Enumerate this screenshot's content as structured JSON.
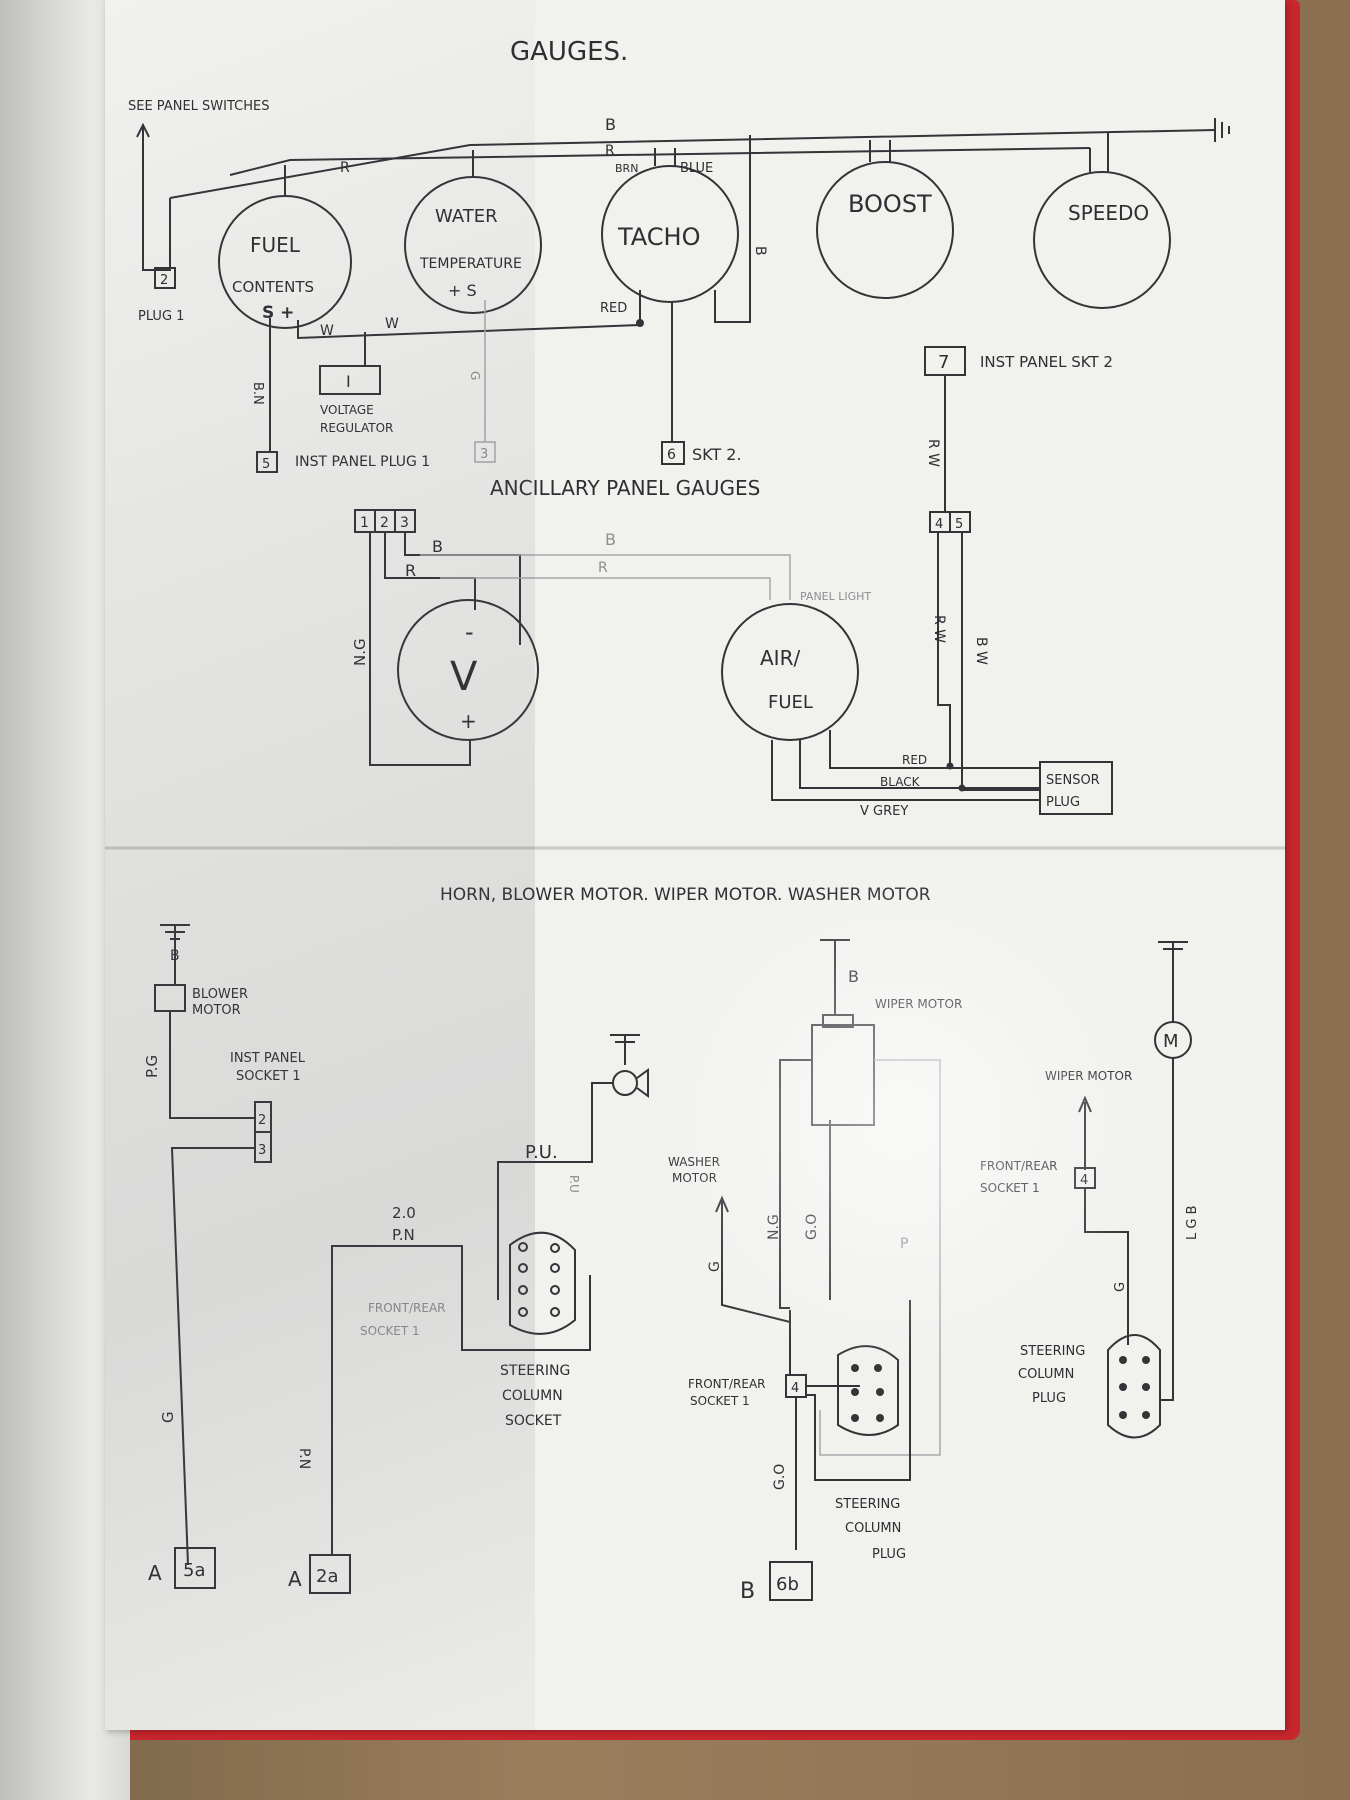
{
  "gauges": {
    "title": "GAUGES.",
    "see_panel_switches": "SEE PANEL SWITCHES",
    "plug1": "PLUG 1",
    "plug1_pin": "2",
    "fuel": {
      "line1": "FUEL",
      "line2": "CONTENTS",
      "s_plus": "S +"
    },
    "water": {
      "line1": "WATER",
      "line2": "TEMPERATURE",
      "plus_s": "+ S"
    },
    "tacho": {
      "label": "TACHO",
      "brown": "BRN",
      "blue": "BLUE",
      "red": "RED"
    },
    "boost": "BOOST",
    "speedo": "SPEEDO",
    "wire_b_top": "B",
    "wire_r_top": "R",
    "wire_r_left": "R",
    "wire_b_tacho": "B",
    "wire_w1": "W",
    "wire_w2": "W",
    "voltage_regulator": {
      "pin": "I",
      "line1": "VOLTAGE",
      "line2": "REGULATOR"
    },
    "wire_bn": "B.N",
    "wire_g": "G",
    "inst_panel_plug1": "INST PANEL PLUG 1",
    "pin5": "5",
    "pin3": "3",
    "pin6": "6",
    "skt2": "SKT 2.",
    "pin7": "7",
    "inst_panel_skt2": "INST PANEL SKT 2"
  },
  "ancillary": {
    "title": "ANCILLARY PANEL GAUGES",
    "connector": [
      "1",
      "2",
      "3"
    ],
    "wire_b": "B",
    "wire_r": "R",
    "wire_b_long": "B",
    "wire_r_long": "R",
    "wire_ng": "N.G",
    "volt_symbol": "V",
    "minus": "-",
    "plus": "+",
    "panel_light": "PANEL LIGHT",
    "airfuel_line1": "AIR/",
    "airfuel_line2": "FUEL",
    "connector2": [
      "4",
      "5"
    ],
    "wire_rw_upper": "R W",
    "wire_rw": "R W",
    "wire_bw": "B W",
    "red": "RED",
    "black": "BLACK",
    "grey": "V GREY",
    "sensor_line1": "SENSOR",
    "sensor_line2": "PLUG"
  },
  "horn": {
    "title": "HORN, BLOWER MOTOR. WIPER MOTOR. WASHER MOTOR",
    "wire_b": "B",
    "blower_line1": "BLOWER",
    "blower_line2": "MOTOR",
    "wire_pg": "P.G",
    "inst_socket_line1": "INST PANEL",
    "inst_socket_line2": "SOCKET 1",
    "pins": [
      "2",
      "3"
    ],
    "wire_g": "G",
    "pin_a1": "A",
    "pin_5a": "5a",
    "wire_20pn_1": "2.0",
    "wire_20pn_2": "P.N",
    "front_rear_faint_1": "FRONT/REAR",
    "front_rear_faint_2": "SOCKET 1",
    "wire_pn_vertical": "P.N",
    "pin_a2": "A",
    "pin_2a": "2a",
    "wire_pu": "P.U.",
    "wire_pu_faint": "P.U",
    "steer_socket_1": "STEERING",
    "steer_socket_2": "COLUMN",
    "steer_socket_3": "SOCKET"
  },
  "wiper": {
    "wire_b": "B",
    "wiper_motor": "WIPER MOTOR",
    "washer_line1": "WASHER",
    "washer_line2": "MOTOR",
    "wire_g": "G",
    "wire_ng": "N.G",
    "wire_go": "G.O",
    "wire_p": "P",
    "front_rear_1": "FRONT/REAR",
    "front_rear_2": "SOCKET 1",
    "pin4": "4",
    "wire_go_lower": "G.O",
    "pin_b": "B",
    "pin_6b": "6b",
    "steer_plug_1": "STEERING",
    "steer_plug_2": "COLUMN",
    "steer_plug_3": "PLUG"
  },
  "washer": {
    "motor_symbol": "M",
    "wiper_motor": "WIPER MOTOR",
    "front_rear_1": "FRONT/REAR",
    "front_rear_2": "SOCKET 1",
    "pin4": "4",
    "wire_lgb": "L G B",
    "wire_g": "G",
    "steer_plug_1": "STEERING",
    "steer_plug_2": "COLUMN",
    "steer_plug_3": "PLUG"
  }
}
